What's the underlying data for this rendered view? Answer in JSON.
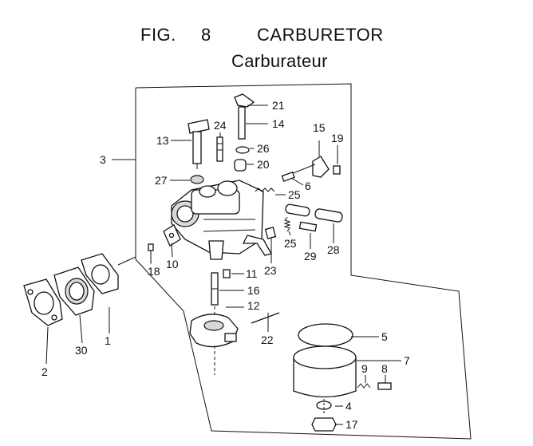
{
  "title": {
    "fig": "FIG.",
    "number": "8",
    "name": "CARBURETOR"
  },
  "subtitle": "Carburateur",
  "callouts": [
    "1",
    "2",
    "3",
    "4",
    "5",
    "6",
    "7",
    "8",
    "9",
    "10",
    "11",
    "12",
    "13",
    "14",
    "15",
    "16",
    "17",
    "18",
    "19",
    "20",
    "21",
    "22",
    "23",
    "24",
    "25",
    "25",
    "26",
    "27",
    "28",
    "29",
    "30"
  ]
}
